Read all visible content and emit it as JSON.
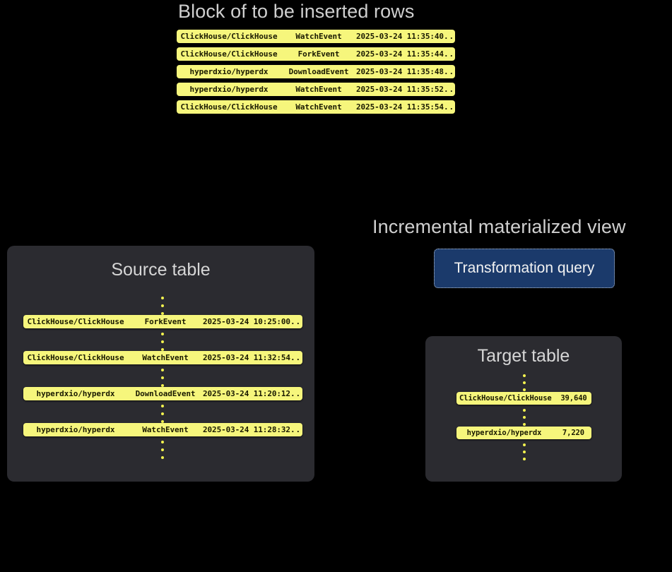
{
  "block": {
    "heading": "Block of to be inserted rows",
    "rows": [
      {
        "repo": "ClickHouse/ClickHouse",
        "event": "WatchEvent",
        "time": "2025-03-24 11:35:40",
        "more": "..."
      },
      {
        "repo": "ClickHouse/ClickHouse",
        "event": "ForkEvent",
        "time": "2025-03-24 11:35:44",
        "more": "..."
      },
      {
        "repo": "hyperdxio/hyperdx",
        "event": "DownloadEvent",
        "time": "2025-03-24 11:35:48",
        "more": "..."
      },
      {
        "repo": "hyperdxio/hyperdx",
        "event": "WatchEvent",
        "time": "2025-03-24 11:35:52",
        "more": "..."
      },
      {
        "repo": "ClickHouse/ClickHouse",
        "event": "WatchEvent",
        "time": "2025-03-24 11:35:54",
        "more": "..."
      }
    ]
  },
  "source_table": {
    "title": "Source table",
    "rows": [
      {
        "repo": "ClickHouse/ClickHouse",
        "event": "ForkEvent",
        "time": "2025-03-24 10:25:00",
        "more": "..."
      },
      {
        "repo": "ClickHouse/ClickHouse",
        "event": "WatchEvent",
        "time": "2025-03-24 11:32:54",
        "more": "..."
      },
      {
        "repo": "hyperdxio/hyperdx",
        "event": "DownloadEvent",
        "time": "2025-03-24 11:20:12",
        "more": "..."
      },
      {
        "repo": "hyperdxio/hyperdx",
        "event": "WatchEvent",
        "time": "2025-03-24 11:28:32",
        "more": "..."
      }
    ]
  },
  "materialized_view": {
    "heading": "Incremental materialized view",
    "query_label": "Transformation query"
  },
  "target_table": {
    "title": "Target table",
    "rows": [
      {
        "repo": "ClickHouse/ClickHouse",
        "value": "39,640"
      },
      {
        "repo": "hyperdxio/hyperdx",
        "value": "7,220"
      }
    ]
  },
  "colors": {
    "background": "#000000",
    "panel": "#2b2b30",
    "row_yellow": "#f6f67c",
    "dot_yellow": "#f2f24f",
    "query_blue": "#1b3a6b",
    "heading_text": "#cfcfcf"
  }
}
